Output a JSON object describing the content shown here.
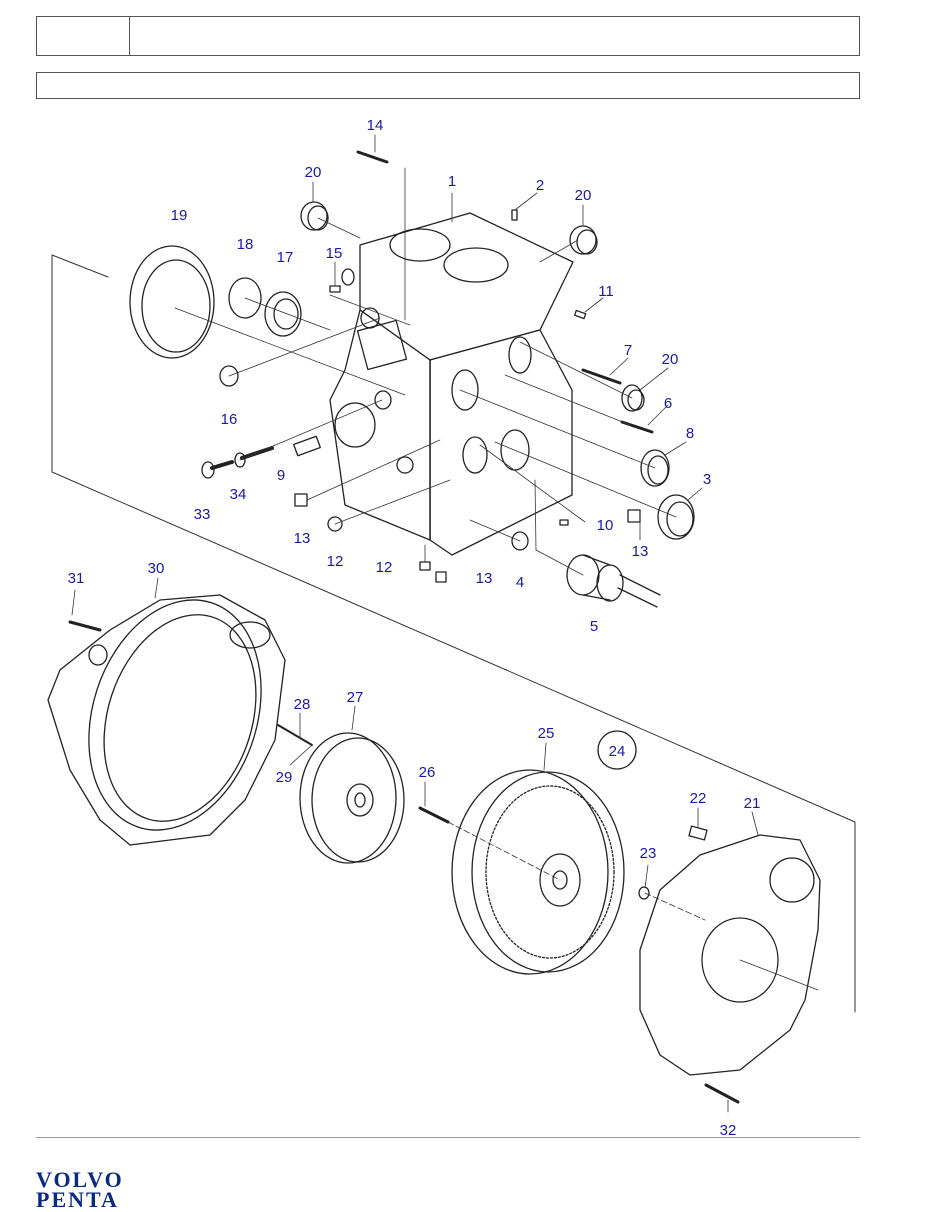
{
  "header": {
    "code": "",
    "title": ""
  },
  "subheader": {
    "text": ""
  },
  "brand": {
    "line1": "VOLVO",
    "line2": "PENTA",
    "color": "#0a2a80"
  },
  "callout_color": "#1a1aa0",
  "callouts": [
    {
      "id": "c1",
      "label": "1"
    },
    {
      "id": "c2",
      "label": "2"
    },
    {
      "id": "c3",
      "label": "3"
    },
    {
      "id": "c4",
      "label": "4"
    },
    {
      "id": "c5",
      "label": "5"
    },
    {
      "id": "c6",
      "label": "6"
    },
    {
      "id": "c7",
      "label": "7"
    },
    {
      "id": "c8",
      "label": "8"
    },
    {
      "id": "c9",
      "label": "9"
    },
    {
      "id": "c10",
      "label": "10"
    },
    {
      "id": "c11",
      "label": "11"
    },
    {
      "id": "c12a",
      "label": "12"
    },
    {
      "id": "c12b",
      "label": "12"
    },
    {
      "id": "c13a",
      "label": "13"
    },
    {
      "id": "c13b",
      "label": "13"
    },
    {
      "id": "c13c",
      "label": "13"
    },
    {
      "id": "c14",
      "label": "14"
    },
    {
      "id": "c15",
      "label": "15"
    },
    {
      "id": "c16",
      "label": "16"
    },
    {
      "id": "c17",
      "label": "17"
    },
    {
      "id": "c18",
      "label": "18"
    },
    {
      "id": "c19",
      "label": "19"
    },
    {
      "id": "c20a",
      "label": "20"
    },
    {
      "id": "c20b",
      "label": "20"
    },
    {
      "id": "c20c",
      "label": "20"
    },
    {
      "id": "c21",
      "label": "21"
    },
    {
      "id": "c22",
      "label": "22"
    },
    {
      "id": "c23",
      "label": "23"
    },
    {
      "id": "c24",
      "label": "24"
    },
    {
      "id": "c25",
      "label": "25"
    },
    {
      "id": "c26",
      "label": "26"
    },
    {
      "id": "c27",
      "label": "27"
    },
    {
      "id": "c28",
      "label": "28"
    },
    {
      "id": "c29",
      "label": "29"
    },
    {
      "id": "c30",
      "label": "30"
    },
    {
      "id": "c31",
      "label": "31"
    },
    {
      "id": "c32",
      "label": "32"
    },
    {
      "id": "c33",
      "label": "33"
    },
    {
      "id": "c34",
      "label": "34"
    }
  ]
}
